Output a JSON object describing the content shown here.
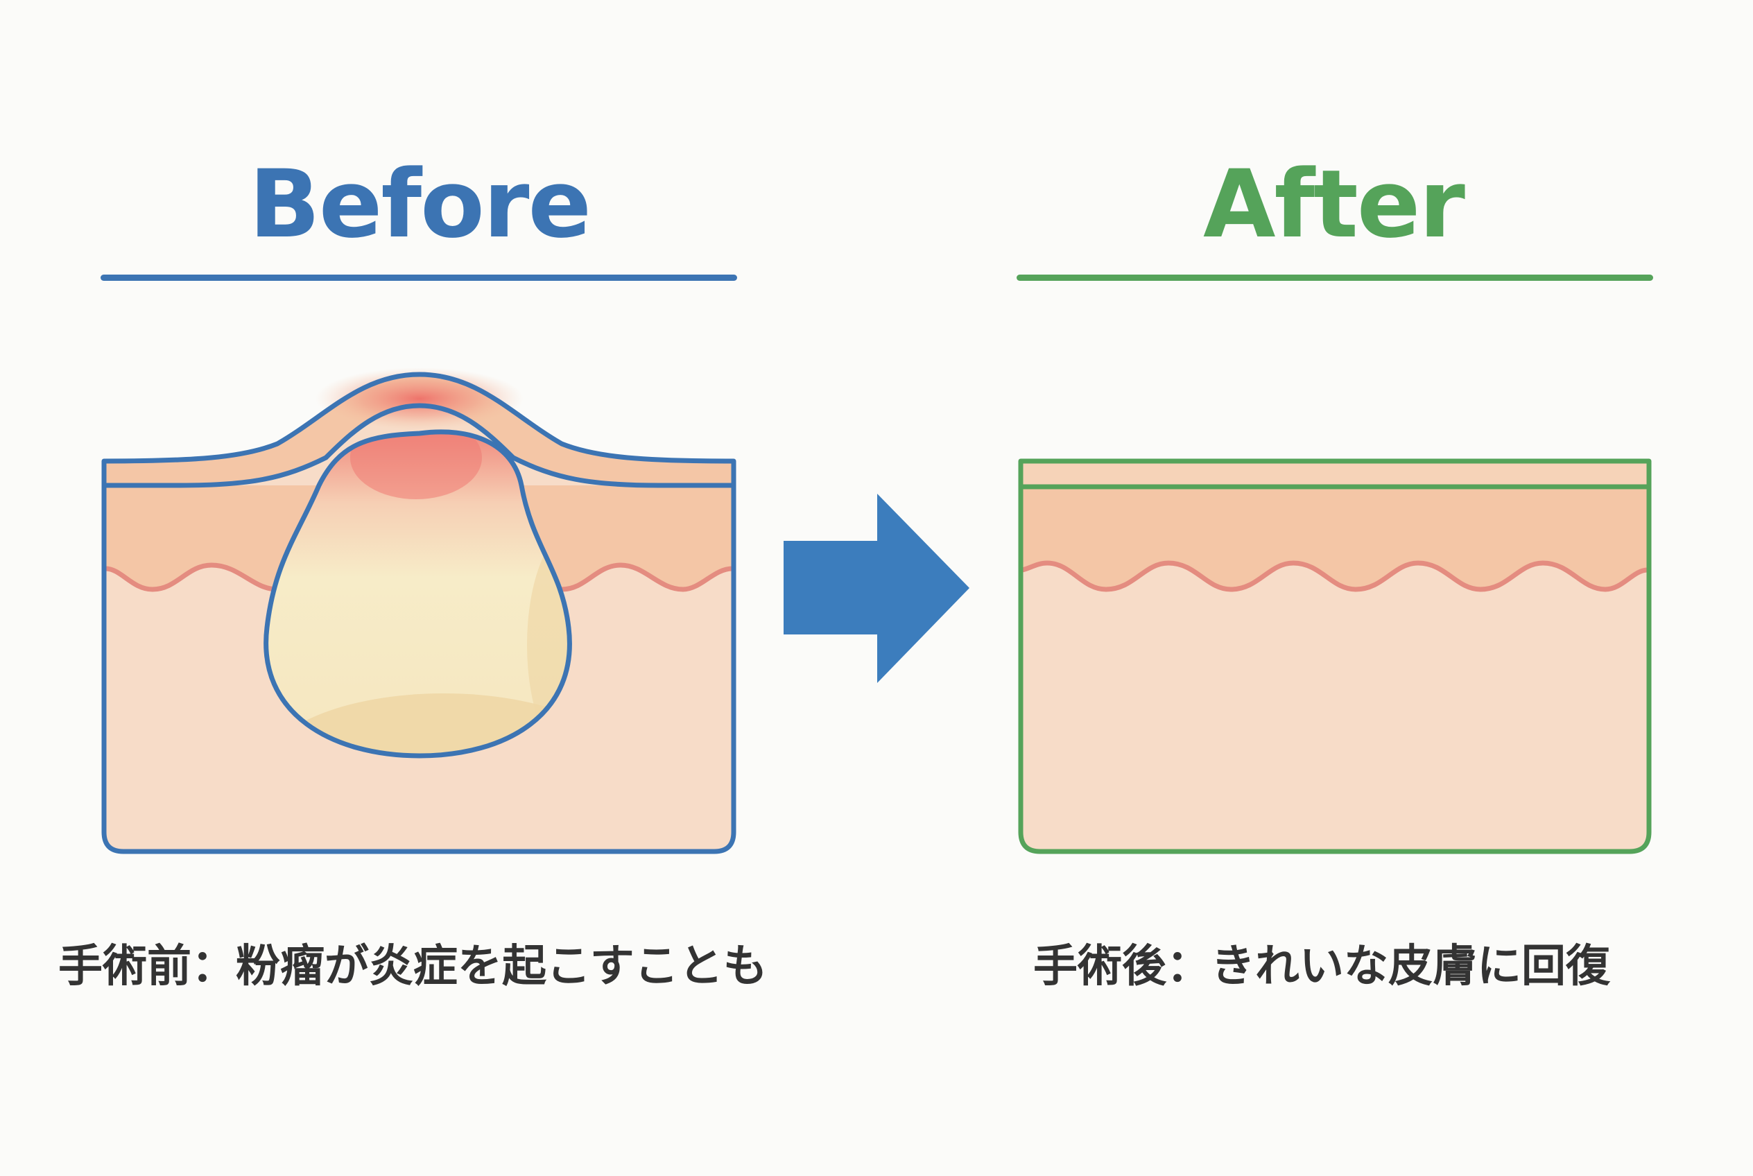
{
  "before": {
    "heading": "Before",
    "caption": "手術前：粉瘤が炎症を起こすことも",
    "color": "#3c74b3"
  },
  "after": {
    "heading": "After",
    "caption": "手術後：きれいな皮膚に回復",
    "color": "#55a35a"
  },
  "arrow": {
    "color": "#3c7dbd",
    "direction": "right"
  },
  "colors": {
    "skin_dermis": "#f7dcc8",
    "skin_epidermis": "#f4c6a6",
    "skin_surface": "#f6d3b8",
    "wave_line": "#e48c80",
    "cyst_fill": "#f7ecc8",
    "cyst_shadow": "#efd7a6",
    "inflammation": "#ee7a72"
  }
}
